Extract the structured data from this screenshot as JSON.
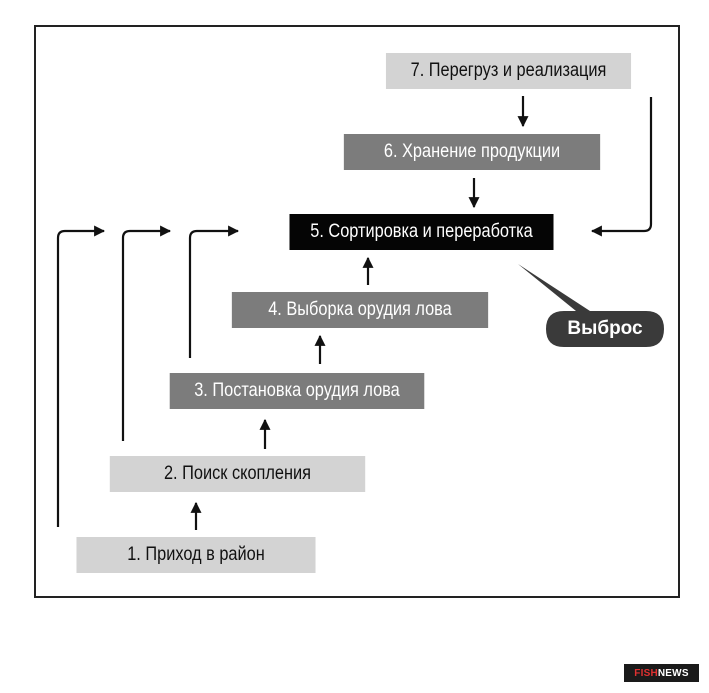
{
  "steps": {
    "s1": "1. Приход в район",
    "s2": "2. Поиск скопления",
    "s3": "3. Постановка орудия лова",
    "s4": "4. Выборка орудия лова",
    "s5": "5. Сортировка и переработка",
    "s6": "6. Хранение продукции",
    "s7": "7. Перегруз и реализация"
  },
  "discard": "Выброс",
  "brand": {
    "part1": "FISH",
    "part2": "NEWS"
  },
  "colors": {
    "light_box": "#d3d3d3",
    "mid_box": "#7c7c7c",
    "dark_box": "#050505",
    "brand_red": "#e03030"
  }
}
